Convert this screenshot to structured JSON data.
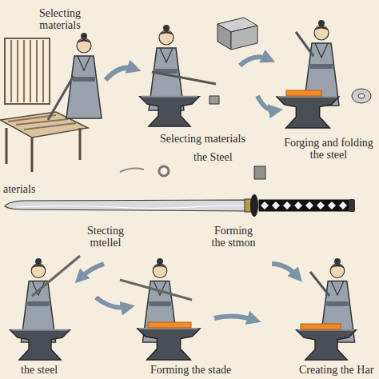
{
  "diagram": {
    "labels": [
      "Selecting materials",
      "Selecting materials",
      "Forging and folding the steel",
      "the Steel",
      "aterials",
      "Stecting mtellel",
      "Forming the stmon",
      "the steel",
      "Forming the stade",
      "Creating the Har"
    ]
  }
}
